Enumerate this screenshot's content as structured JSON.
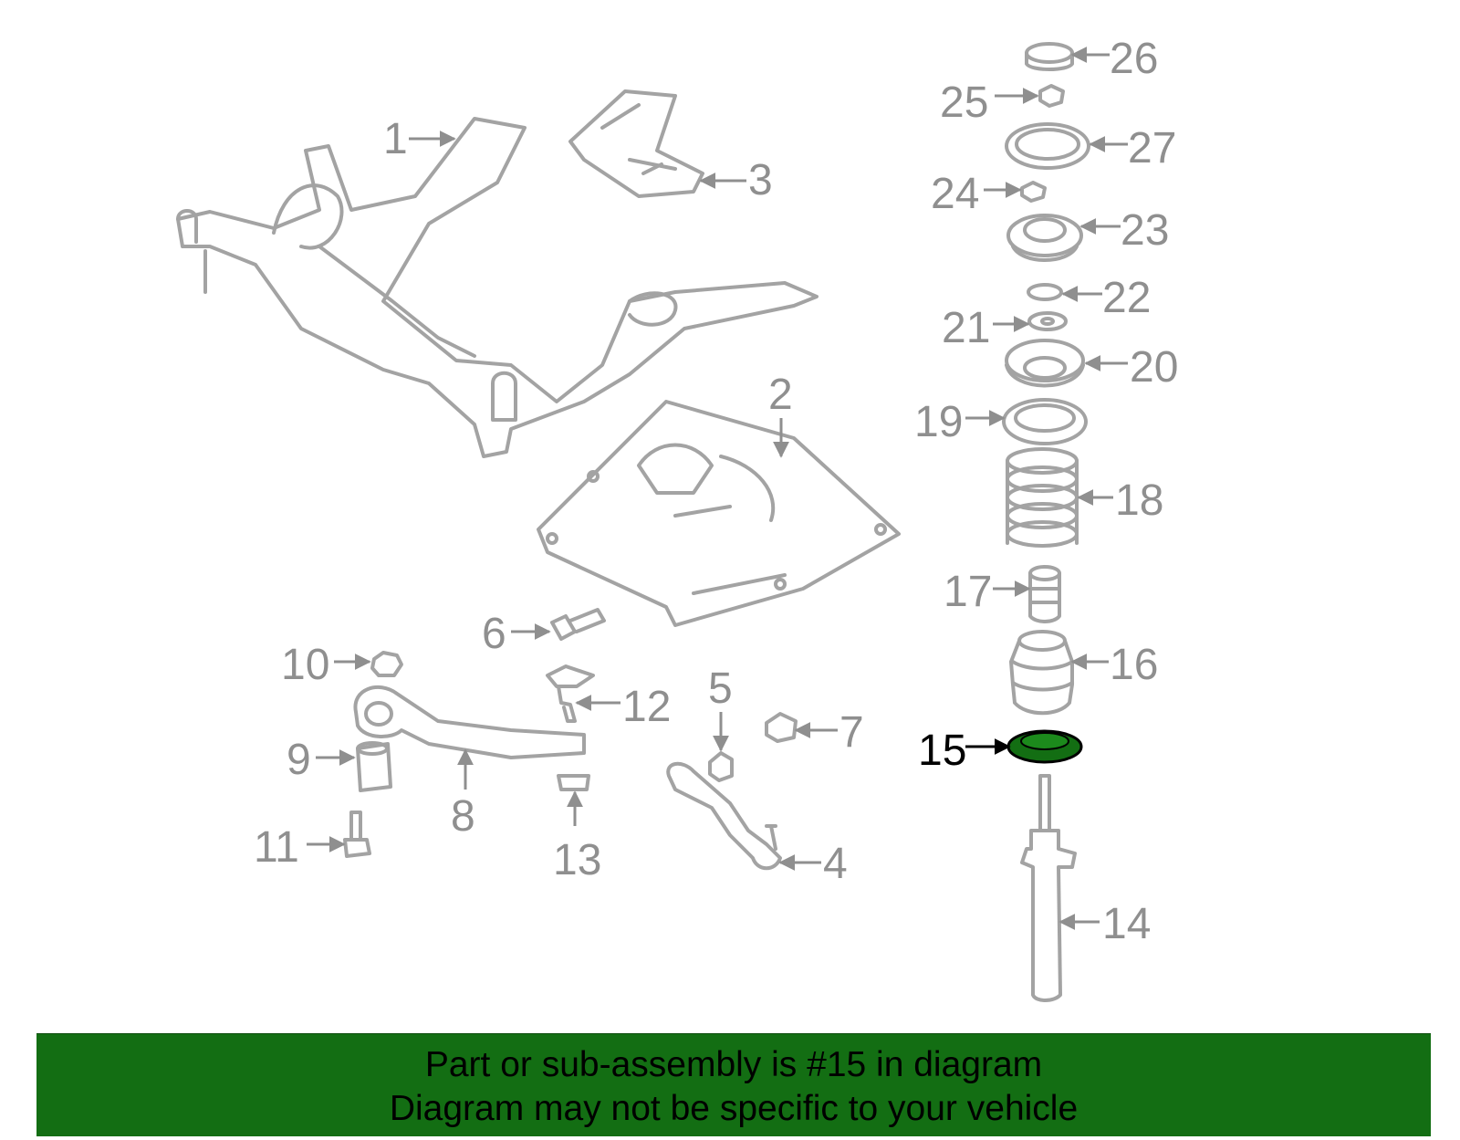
{
  "diagram": {
    "highlight_color": "#136e13",
    "line_color": "#a3a3a3",
    "highlighted_part": "15",
    "callouts": [
      "1",
      "2",
      "3",
      "4",
      "5",
      "6",
      "7",
      "8",
      "9",
      "10",
      "11",
      "12",
      "13",
      "14",
      "15",
      "16",
      "17",
      "18",
      "19",
      "20",
      "21",
      "22",
      "23",
      "24",
      "25",
      "26",
      "27"
    ]
  },
  "banner": {
    "background": "#136e13",
    "line1": "Part or sub-assembly is #15 in diagram",
    "line2": "Diagram may not be specific to your vehicle"
  }
}
